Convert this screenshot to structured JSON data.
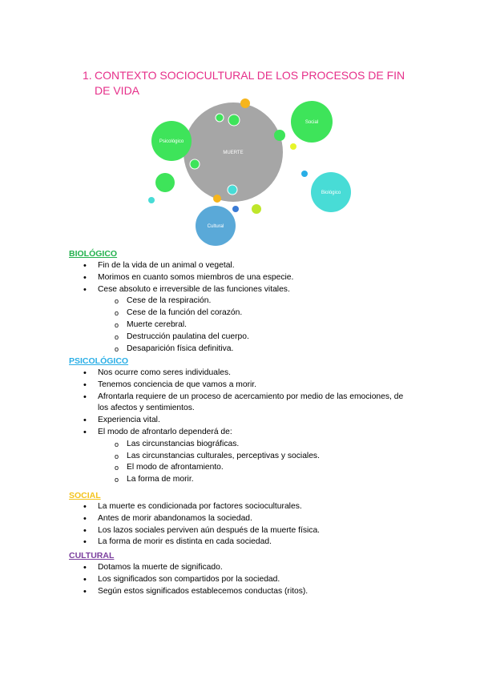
{
  "title": {
    "number": "1.",
    "text": "CONTEXTO SOCIOCULTURAL DE LOS PROCESOS DE FIN DE VIDA",
    "color": "#e6308a"
  },
  "diagram": {
    "center_label": "MUERTE",
    "labels": {
      "social": "Social",
      "psicologico": "Psicológico",
      "biologico": "Biológico",
      "cultural": "Cultural"
    },
    "colors": {
      "center": "#a6a6a6",
      "green": "#3ee45a",
      "turquoise": "#48dcd6",
      "blue": "#5aa9d8",
      "orange": "#f6b51c",
      "yellow": "#e6f52a"
    }
  },
  "sections": {
    "biologico": {
      "heading": "BIOLÓGICO",
      "color": "#23b14d",
      "items": [
        {
          "level": 1,
          "text": "Fin de la vida de un animal o vegetal."
        },
        {
          "level": 1,
          "text": "Morimos en cuanto somos miembros de una especie."
        },
        {
          "level": 1,
          "text": "Cese absoluto e irreversible de las funciones vitales."
        },
        {
          "level": 2,
          "text": "Cese de la respiración."
        },
        {
          "level": 2,
          "text": "Cese de la función del corazón."
        },
        {
          "level": 2,
          "text": "Muerte cerebral."
        },
        {
          "level": 2,
          "text": "Destrucción paulatina del cuerpo."
        },
        {
          "level": 2,
          "text": "Desaparición física definitiva."
        }
      ]
    },
    "psicologico": {
      "heading": "PSICOLÓGICO",
      "color": "#29aee6",
      "items": [
        {
          "level": 1,
          "text": "Nos ocurre como seres individuales."
        },
        {
          "level": 1,
          "text": "Tenemos conciencia de que vamos a morir."
        },
        {
          "level": 1,
          "text": "Afrontarla requiere de un proceso de acercamiento por medio de las emociones, de los afectos y sentimientos."
        },
        {
          "level": 1,
          "text": "Experiencia vital."
        },
        {
          "level": 1,
          "text": "El modo de afrontarlo dependerá de:"
        },
        {
          "level": 2,
          "text": "Las circunstancias biográficas."
        },
        {
          "level": 2,
          "text": "Las circunstancias culturales, perceptivas y sociales."
        },
        {
          "level": 2,
          "text": "El modo de afrontamiento."
        },
        {
          "level": 2,
          "text": "La forma de morir."
        }
      ]
    },
    "social": {
      "heading": "SOCIAL",
      "color": "#f4c31c",
      "items": [
        {
          "level": 1,
          "text": "La muerte es condicionada por factores socioculturales."
        },
        {
          "level": 1,
          "text": "Antes de morir abandonamos la sociedad."
        },
        {
          "level": 1,
          "text": "Los lazos sociales perviven aún después de la muerte física."
        },
        {
          "level": 1,
          "text": "La forma de morir es distinta en cada sociedad."
        }
      ]
    },
    "cultural": {
      "heading": "CULTURAL",
      "color": "#7b3f9e",
      "items": [
        {
          "level": 1,
          "text": "Dotamos la muerte de significado."
        },
        {
          "level": 1,
          "text": "Los significados son compartidos por la sociedad."
        },
        {
          "level": 1,
          "text": "Según estos significados establecemos conductas (ritos)."
        }
      ]
    }
  }
}
